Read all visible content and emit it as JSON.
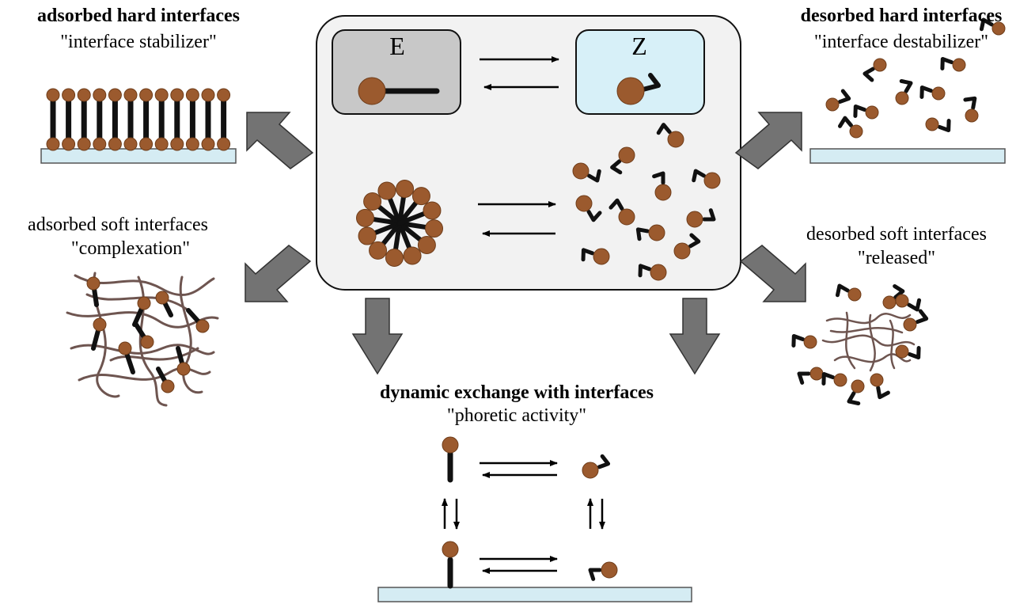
{
  "colors": {
    "head": "#9b5a2e",
    "head_stroke": "#6f3d1a",
    "tail": "#111111",
    "polymer": "#6e5550",
    "substrate": "#d5ecf3",
    "central_box": "#f2f2f2",
    "e_box": "#c8c8c8",
    "z_box": "#d7f0f8",
    "arrow_fill": "#737373",
    "arrow_stroke": "#333333"
  },
  "central": {
    "e_label": "E",
    "z_label": "Z"
  },
  "panels": {
    "adsorbed_hard": {
      "title": "adsorbed hard interfaces",
      "subtitle": "\"interface stabilizer\""
    },
    "desorbed_hard": {
      "title": "desorbed hard interfaces",
      "subtitle": "\"interface destabilizer\""
    },
    "adsorbed_soft": {
      "title": "adsorbed soft interfaces",
      "subtitle": "\"complexation\""
    },
    "desorbed_soft": {
      "title": "desorbed soft interfaces",
      "subtitle": "\"released\""
    },
    "dynamic": {
      "title": "dynamic exchange with interfaces",
      "subtitle": "\"phoretic activity\""
    }
  }
}
